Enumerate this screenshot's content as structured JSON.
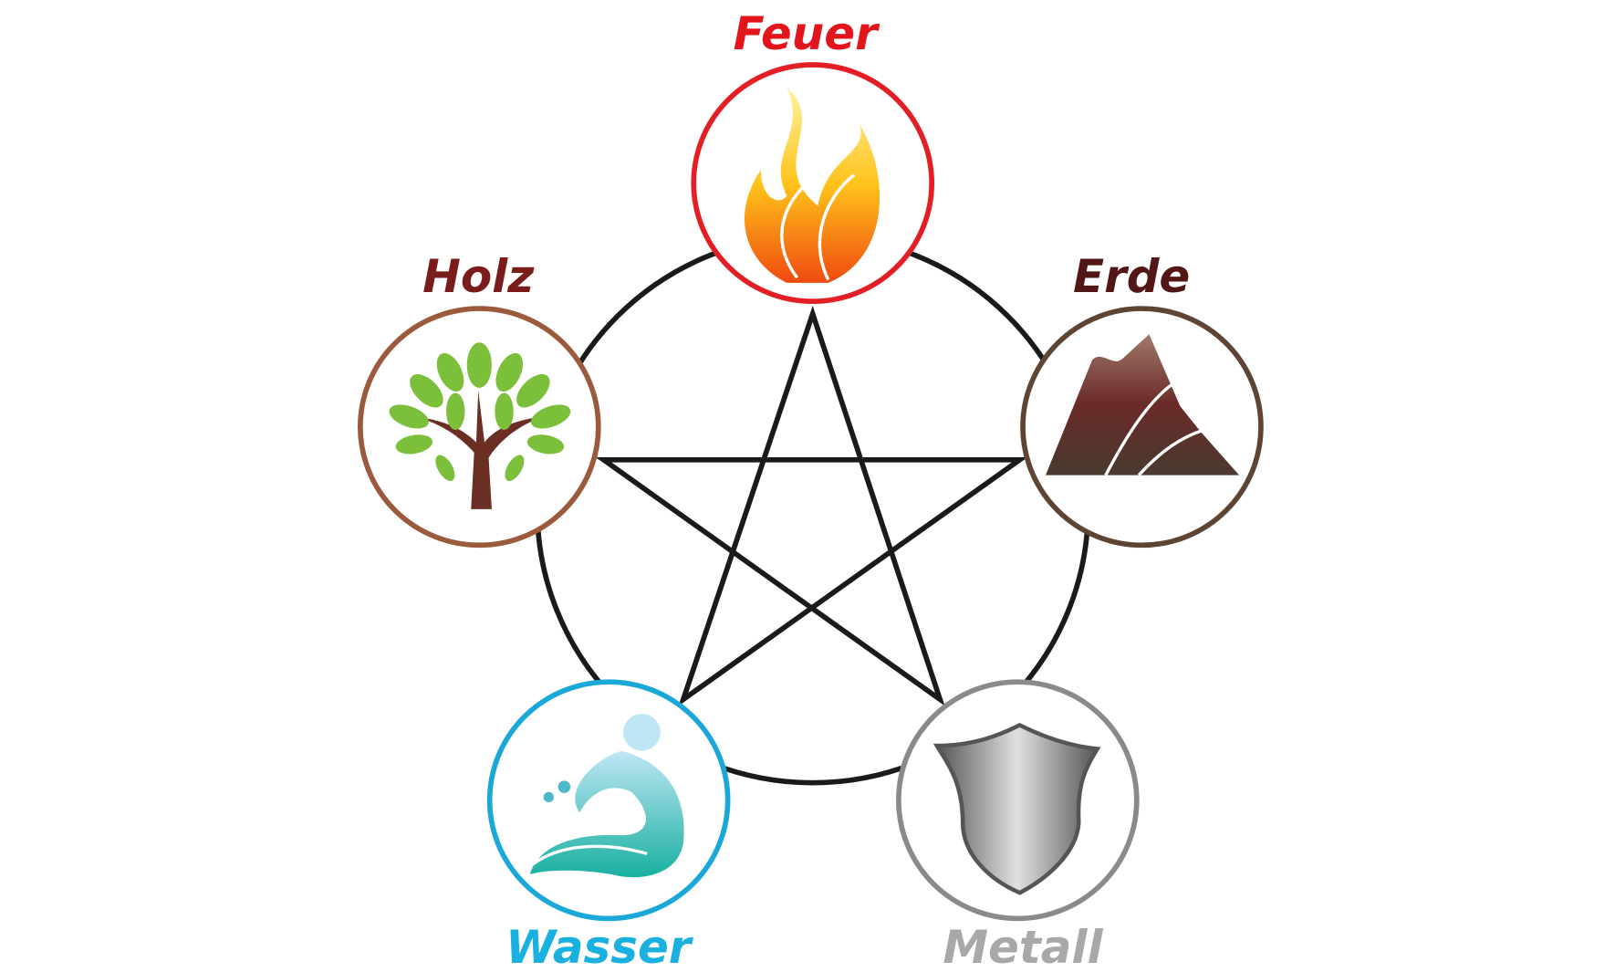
{
  "elements": [
    {
      "key": "fire",
      "label": "Feuer",
      "color": "#e2141c",
      "ring": "#e31e24",
      "icon": "flame-icon"
    },
    {
      "key": "wood",
      "label": "Holz",
      "color": "#7a1c1c",
      "ring": "#9b5a3c",
      "icon": "tree-icon"
    },
    {
      "key": "earth",
      "label": "Erde",
      "color": "#521616",
      "ring": "#5e4533",
      "icon": "mountain-icon"
    },
    {
      "key": "water",
      "label": "Wasser",
      "color": "#1ab0e0",
      "ring": "#1aa8d8",
      "icon": "water-wave-icon"
    },
    {
      "key": "metal",
      "label": "Metall",
      "color": "#a8a8a8",
      "ring": "#8a8a8a",
      "icon": "shield-icon"
    }
  ]
}
